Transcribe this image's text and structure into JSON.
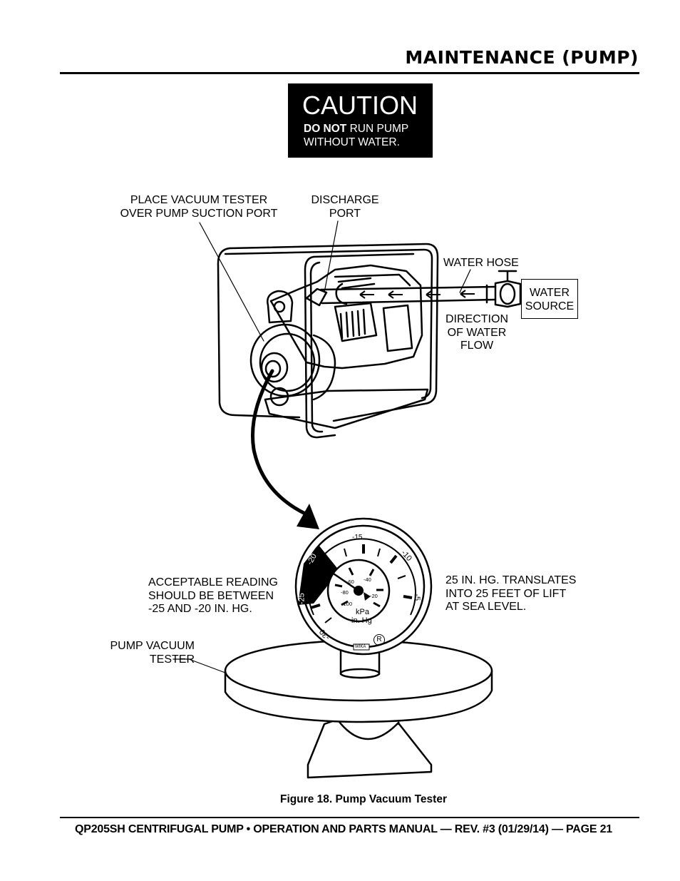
{
  "header": {
    "section_title": "MAINTENANCE (PUMP)"
  },
  "caution": {
    "title": "CAUTION",
    "emphasis": "DO NOT",
    "message_rest": " RUN PUMP",
    "message_line2": "WITHOUT WATER."
  },
  "labels": {
    "vacuum_tester_placement": [
      "PLACE VACUUM TESTER",
      "OVER PUMP SUCTION PORT"
    ],
    "discharge_port": [
      "DISCHARGE",
      "PORT"
    ],
    "water_hose": "WATER HOSE",
    "water_source": [
      "WATER",
      "SOURCE"
    ],
    "flow_direction": [
      "DIRECTION",
      "OF WATER",
      "FLOW"
    ],
    "acceptable_reading": [
      "ACCEPTABLE READING",
      "SHOULD BE BETWEEN",
      "-25 AND -20 IN. HG."
    ],
    "lift_note": [
      "25 IN. HG. TRANSLATES",
      "INTO 25 FEET OF LIFT",
      "AT SEA LEVEL."
    ],
    "tester": [
      "PUMP VACUUM",
      "TESTER"
    ]
  },
  "gauge": {
    "outer_ticks": [
      "-15",
      "-10",
      "-5",
      "-20",
      "-25",
      "-30"
    ],
    "inner_ticks": [
      "-60",
      "-40",
      "-80",
      "-20",
      "-100"
    ],
    "units_kpa": "kPa",
    "units_inhg": "in. Hg",
    "brand": "WIKA",
    "registered": "R"
  },
  "figure": {
    "caption": "Figure 18. Pump Vacuum Tester"
  },
  "footer": {
    "text": "QP205SH CENTRIFUGAL PUMP • OPERATION AND PARTS MANUAL — REV. #3 (01/29/14) — PAGE 21"
  }
}
